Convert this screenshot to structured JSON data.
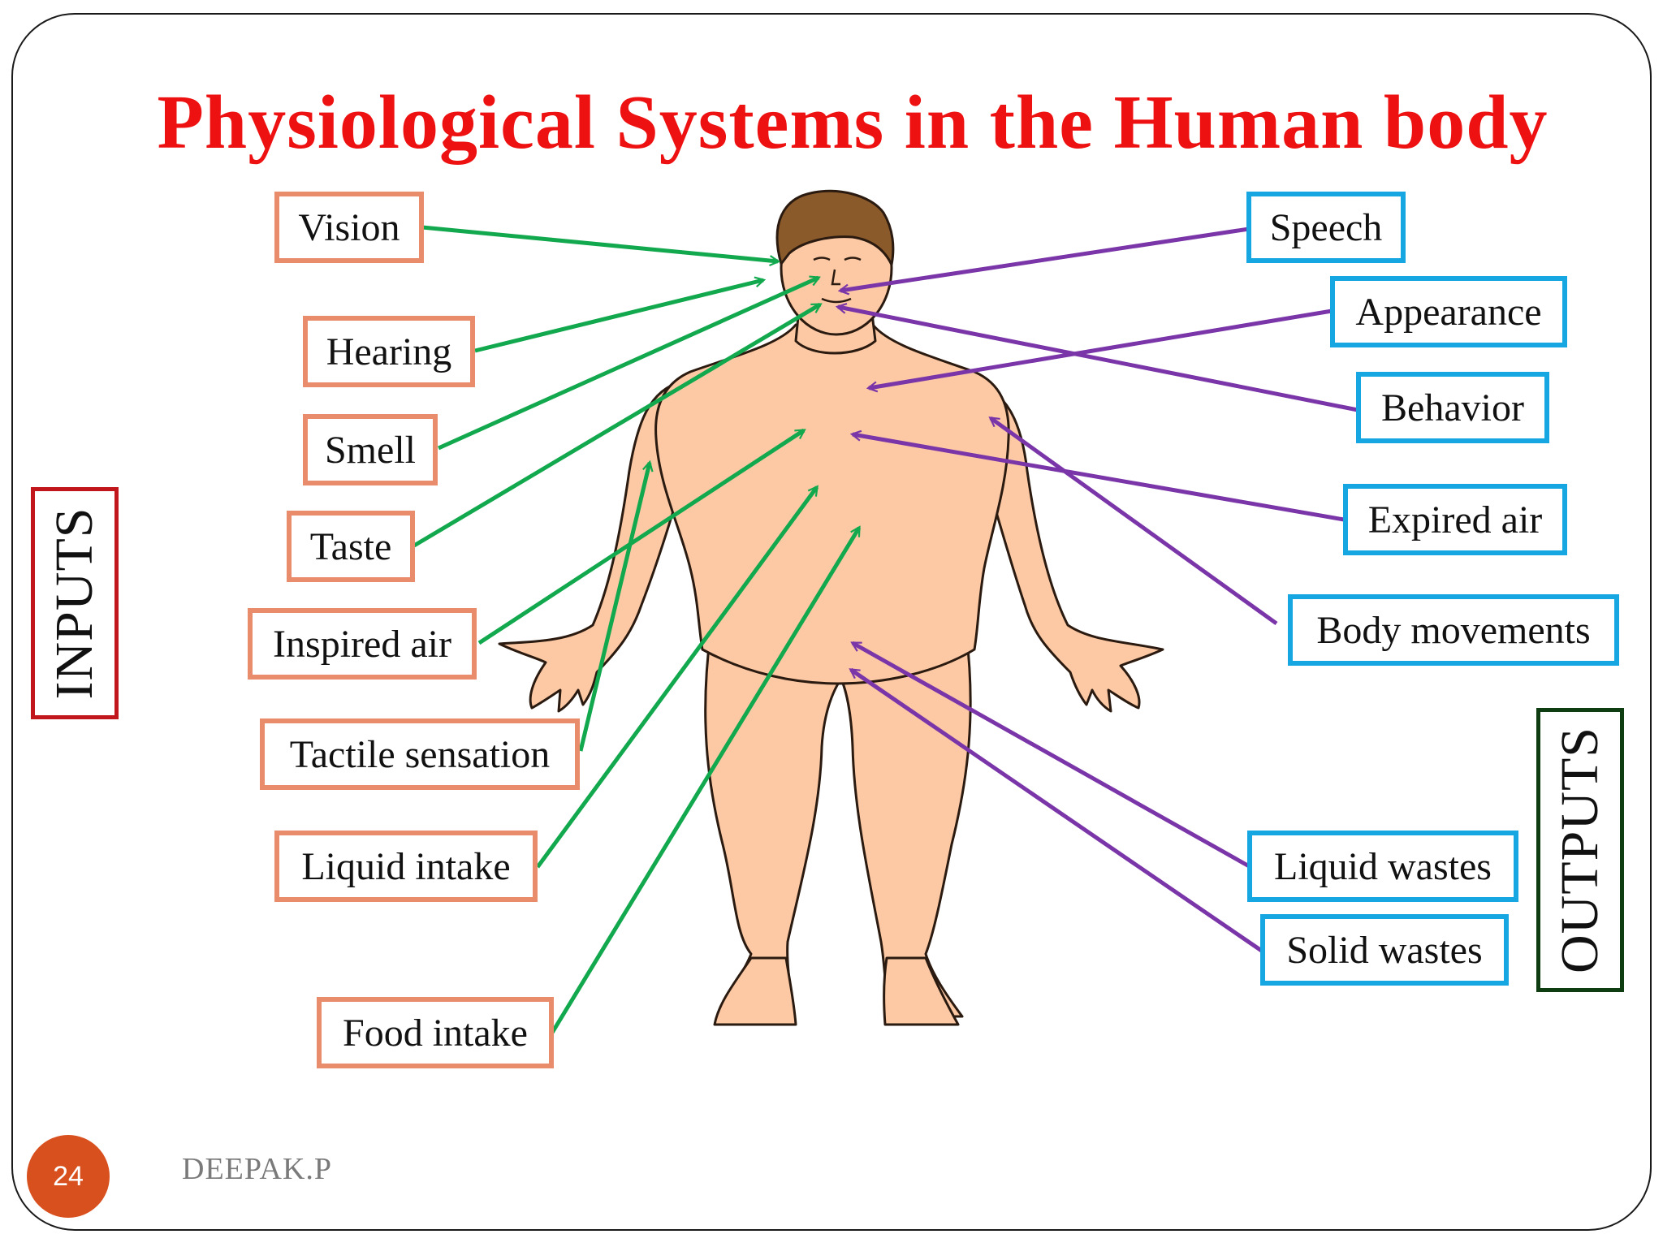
{
  "slide": {
    "title": "Physiological Systems in the Human body",
    "page_number": "24",
    "author": "DEEPAK.P"
  },
  "inputs": {
    "heading": "INPUTS",
    "items": [
      "Vision",
      "Hearing",
      "Smell",
      "Taste",
      "Inspired air",
      "Tactile sensation",
      "Liquid intake",
      "Food intake"
    ]
  },
  "outputs": {
    "heading": "OUTPUTS",
    "items": [
      "Speech",
      "Appearance",
      "Behavior",
      "Expired air",
      "Body movements",
      "Liquid wastes",
      "Solid wastes"
    ]
  },
  "colors": {
    "title": "#ee1111",
    "input_box_border": "#e88c6c",
    "output_box_border": "#16a6e2",
    "input_arrow": "#12a84e",
    "output_arrow": "#7a35a8",
    "inputs_frame": "#c0161c",
    "outputs_frame": "#0e3d12",
    "skin": "#fcc9a4",
    "page_badge": "#d9501f"
  }
}
